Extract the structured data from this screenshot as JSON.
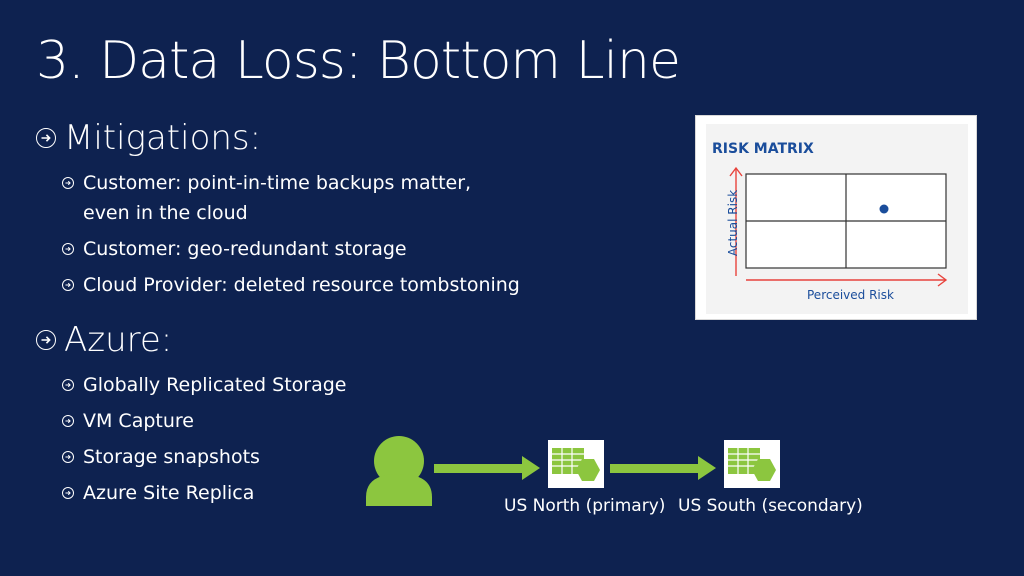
{
  "slide": {
    "title": "3. Data Loss: Bottom Line",
    "sections": [
      {
        "heading": "Mitigations:",
        "items": [
          {
            "line1": "Customer: point-in-time backups matter,",
            "line2": "even in the cloud"
          },
          {
            "line1": "Customer: geo-redundant storage"
          },
          {
            "line1": "Cloud Provider: deleted resource tombstoning"
          }
        ]
      },
      {
        "heading": "Azure:",
        "items": [
          {
            "line1": "Globally Replicated Storage"
          },
          {
            "line1": "VM Capture"
          },
          {
            "line1": "Storage snapshots"
          },
          {
            "line1": "Azure Site Replica"
          }
        ]
      }
    ]
  },
  "risk_matrix": {
    "title": "RISK MATRIX",
    "y_axis_label": "Actual Risk",
    "x_axis_label": "Perceived Risk",
    "marked_cell": "top-right",
    "colors": {
      "title": "#1a4d9b",
      "arrows": "#e8433c",
      "dot": "#1a4d9b"
    }
  },
  "replication_flow": {
    "source_icon": "user-icon",
    "nodes": [
      {
        "icon": "storage-icon",
        "label": "US North (primary)"
      },
      {
        "icon": "storage-icon",
        "label": "US South (secondary)"
      }
    ],
    "arrow_icon": "right-arrow-icon",
    "accent_color": "#8cc63f"
  },
  "colors": {
    "background": "#0e2250",
    "text": "#ffffff"
  }
}
